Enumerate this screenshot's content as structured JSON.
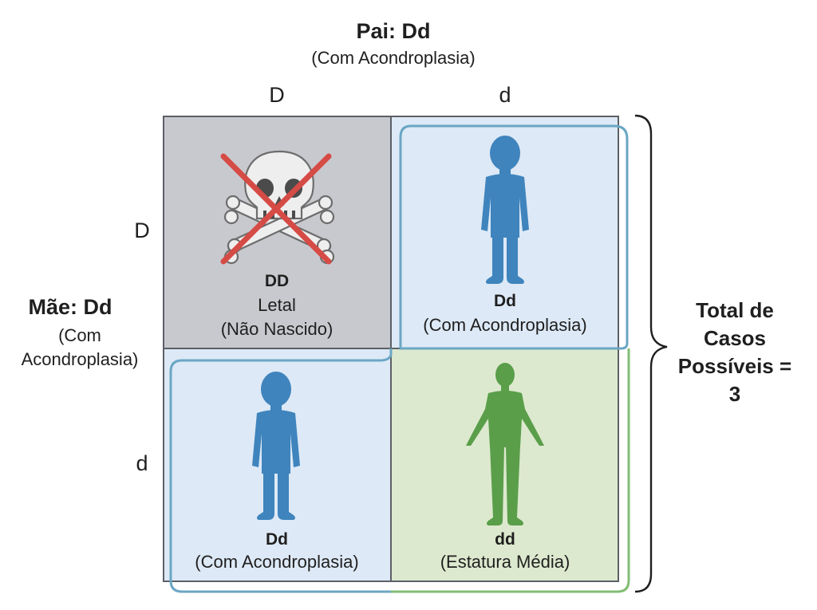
{
  "father": {
    "title": "Pai: Dd",
    "subtitle": "(Com Acondroplasia)"
  },
  "mother": {
    "title": "Mãe: Dd",
    "subtitle": "(Com Acondroplasia)"
  },
  "column_alleles": [
    "D",
    "d"
  ],
  "row_alleles": [
    "D",
    "d"
  ],
  "cells": [
    {
      "genotype": "DD",
      "line1": "Letal",
      "line2": "(Não Nascido)",
      "icon": "crossed-skull-icon",
      "color": "#c8c9ce"
    },
    {
      "genotype": "Dd",
      "line1": "(Com Acondroplasia)",
      "icon": "child-figure-icon",
      "color": "#dde9f6"
    },
    {
      "genotype": "Dd",
      "line1": "(Com Acondroplasia)",
      "icon": "child-figure-icon",
      "color": "#dde9f6"
    },
    {
      "genotype": "dd",
      "line1": "(Estatura Média)",
      "icon": "adult-figure-icon",
      "color": "#dde9ce"
    }
  ],
  "total": {
    "text": "Total de Casos Possíveis = 3"
  },
  "colors": {
    "blue_figure": "#3f84bd",
    "green_figure": "#5a9e4a",
    "outline_blue": "#6aa6c4",
    "outline_green": "#82bd73",
    "cross_red": "#d64b45"
  }
}
